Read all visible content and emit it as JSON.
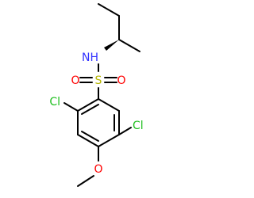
{
  "atoms": {
    "nh": "NH",
    "s": "S",
    "o_left": "O",
    "o_right": "O",
    "cl_left": "Cl",
    "cl_right": "Cl",
    "o_methoxy": "O"
  },
  "colors": {
    "bond": "#000000",
    "nitrogen": "#3333ff",
    "sulfur": "#b5b500",
    "oxygen": "#ff0000",
    "chlorine": "#1fbf1f"
  }
}
